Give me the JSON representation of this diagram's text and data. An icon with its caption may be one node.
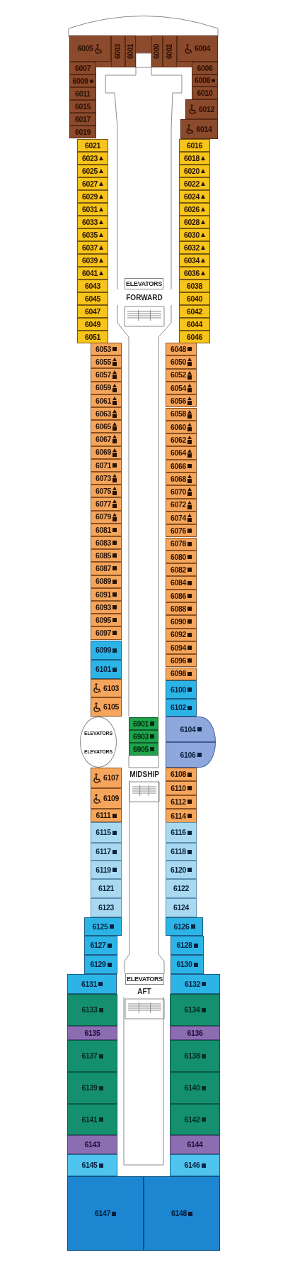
{
  "diagram": {
    "nodes": [
      {
        "text": [
          "6005"
        ]
      },
      {
        "text": [
          "6003"
        ]
      },
      {
        "text": [
          "6001"
        ]
      },
      {
        "text": [
          "6000"
        ]
      },
      {
        "text": [
          "6002"
        ]
      },
      {
        "text": [
          "6004"
        ]
      },
      {
        "text": [
          "6007"
        ]
      },
      {
        "text": [
          "6009"
        ]
      },
      {
        "text": [
          "6011"
        ]
      },
      {
        "text": [
          "6015"
        ]
      },
      {
        "text": [
          "6017"
        ]
      },
      {
        "text": [
          "6019"
        ]
      },
      {
        "text": [
          "6006"
        ]
      },
      {
        "text": [
          "6008"
        ]
      },
      {
        "text": [
          "6010"
        ]
      },
      {
        "text": [
          "6012"
        ]
      },
      {
        "text": [
          "6014"
        ]
      },
      {
        "text": [
          "6021"
        ]
      },
      {
        "text": [
          "6023"
        ]
      },
      {
        "text": [
          "6025"
        ]
      },
      {
        "text": [
          "6027"
        ]
      },
      {
        "text": [
          "6029"
        ]
      },
      {
        "text": [
          "6031"
        ]
      },
      {
        "text": [
          "6033"
        ]
      },
      {
        "text": [
          "6035"
        ]
      },
      {
        "text": [
          "6037"
        ]
      },
      {
        "text": [
          "6039"
        ]
      },
      {
        "text": [
          "6041"
        ]
      },
      {
        "text": [
          "6043"
        ]
      },
      {
        "text": [
          "6045"
        ]
      },
      {
        "text": [
          "6047"
        ]
      },
      {
        "text": [
          "6049"
        ]
      },
      {
        "text": [
          "6051"
        ]
      },
      {
        "text": [
          "6016"
        ]
      },
      {
        "text": [
          "6018"
        ]
      },
      {
        "text": [
          "6020"
        ]
      },
      {
        "text": [
          "6022"
        ]
      },
      {
        "text": [
          "6024"
        ]
      },
      {
        "text": [
          "6026"
        ]
      },
      {
        "text": [
          "6028"
        ]
      },
      {
        "text": [
          "6030"
        ]
      },
      {
        "text": [
          "6032"
        ]
      },
      {
        "text": [
          "6034"
        ]
      },
      {
        "text": [
          "6036"
        ]
      },
      {
        "text": [
          "6038"
        ]
      },
      {
        "text": [
          "6040"
        ]
      },
      {
        "text": [
          "6042"
        ]
      },
      {
        "text": [
          "6044"
        ]
      },
      {
        "text": [
          "6046"
        ]
      },
      {
        "text": [
          "ELEVATORS"
        ]
      },
      {
        "text": [
          "6053"
        ]
      },
      {
        "text": [
          "6055"
        ]
      },
      {
        "text": [
          "6057"
        ]
      },
      {
        "text": [
          "6059"
        ]
      },
      {
        "text": [
          "6061"
        ]
      },
      {
        "text": [
          "6063"
        ]
      },
      {
        "text": [
          "6065"
        ]
      },
      {
        "text": [
          "6067"
        ]
      },
      {
        "text": [
          "6069"
        ]
      },
      {
        "text": [
          "6071"
        ]
      },
      {
        "text": [
          "6073"
        ]
      },
      {
        "text": [
          "6075"
        ]
      },
      {
        "text": [
          "6077"
        ]
      },
      {
        "text": [
          "6079"
        ]
      },
      {
        "text": [
          "6081"
        ]
      },
      {
        "text": [
          "6083"
        ]
      },
      {
        "text": [
          "6085"
        ]
      },
      {
        "text": [
          "6087"
        ]
      },
      {
        "text": [
          "6089"
        ]
      },
      {
        "text": [
          "6091"
        ]
      },
      {
        "text": [
          "6093"
        ]
      },
      {
        "text": [
          "6095"
        ]
      },
      {
        "text": [
          "6097"
        ]
      },
      {
        "text": [
          "6048"
        ]
      },
      {
        "text": [
          "6050"
        ]
      },
      {
        "text": [
          "6052"
        ]
      },
      {
        "text": [
          "6054"
        ]
      },
      {
        "text": [
          "6056"
        ]
      },
      {
        "text": [
          "6058"
        ]
      },
      {
        "text": [
          "6060"
        ]
      },
      {
        "text": [
          "6062"
        ]
      },
      {
        "text": [
          "6064"
        ]
      },
      {
        "text": [
          "6066"
        ]
      },
      {
        "text": [
          "6068"
        ]
      },
      {
        "text": [
          "6070"
        ]
      },
      {
        "text": [
          "6072"
        ]
      },
      {
        "text": [
          "6074"
        ]
      },
      {
        "text": [
          "6076"
        ]
      },
      {
        "text": [
          "6078"
        ]
      },
      {
        "text": [
          "6080"
        ]
      },
      {
        "text": [
          "6082"
        ]
      },
      {
        "text": [
          "6084"
        ]
      },
      {
        "text": [
          "6086"
        ]
      },
      {
        "text": [
          "6088"
        ]
      },
      {
        "text": [
          "6090"
        ]
      },
      {
        "text": [
          "6092"
        ]
      },
      {
        "text": [
          "6094"
        ]
      },
      {
        "text": [
          "6096"
        ]
      },
      {
        "text": [
          "6098"
        ]
      },
      {
        "text": [
          "6099"
        ]
      },
      {
        "text": [
          "6101"
        ]
      },
      {
        "text": [
          "6103"
        ]
      },
      {
        "text": [
          "6105"
        ]
      },
      {
        "text": [
          "6100"
        ]
      },
      {
        "text": [
          "6102"
        ]
      },
      {
        "text": [
          "ELEVATORS",
          "ELEVATORS"
        ]
      },
      {
        "text": [
          "6901"
        ]
      },
      {
        "text": [
          "6903"
        ]
      },
      {
        "text": [
          "6905"
        ]
      },
      {
        "text": [
          "6104"
        ]
      },
      {
        "text": [
          "6106"
        ]
      },
      {
        "text": [
          "6107"
        ]
      },
      {
        "text": [
          "6109"
        ]
      },
      {
        "text": [
          "6111"
        ]
      },
      {
        "text": [
          "6108"
        ]
      },
      {
        "text": [
          "6110"
        ]
      },
      {
        "text": [
          "6112"
        ]
      },
      {
        "text": [
          "6114"
        ]
      },
      {
        "text": [
          "6115"
        ]
      },
      {
        "text": [
          "6117"
        ]
      },
      {
        "text": [
          "6119"
        ]
      },
      {
        "text": [
          "6121"
        ]
      },
      {
        "text": [
          "6123"
        ]
      },
      {
        "text": [
          "6125"
        ]
      },
      {
        "text": [
          "6127"
        ]
      },
      {
        "text": [
          "6129"
        ]
      },
      {
        "text": [
          "6131"
        ]
      },
      {
        "text": [
          "6116"
        ]
      },
      {
        "text": [
          "6118"
        ]
      },
      {
        "text": [
          "6120"
        ]
      },
      {
        "text": [
          "6122"
        ]
      },
      {
        "text": [
          "6124"
        ]
      },
      {
        "text": [
          "6126"
        ]
      },
      {
        "text": [
          "6128"
        ]
      },
      {
        "text": [
          "6130"
        ]
      },
      {
        "text": [
          "6132"
        ]
      },
      {
        "text": [
          "ELEVATORS"
        ]
      },
      {
        "text": [
          "6133"
        ]
      },
      {
        "text": [
          "6135"
        ]
      },
      {
        "text": [
          "6137"
        ]
      },
      {
        "text": [
          "6139"
        ]
      },
      {
        "text": [
          "6141"
        ]
      },
      {
        "text": [
          "6143"
        ]
      },
      {
        "text": [
          "6145"
        ]
      },
      {
        "text": [
          "6134"
        ]
      },
      {
        "text": [
          "6136"
        ]
      },
      {
        "text": [
          "6138"
        ]
      },
      {
        "text": [
          "6140"
        ]
      },
      {
        "text": [
          "6142"
        ]
      },
      {
        "text": [
          "6144"
        ]
      },
      {
        "text": [
          "6146"
        ]
      },
      {
        "text": [
          "6147"
        ]
      },
      {
        "text": [
          "6148"
        ]
      }
    ],
    "labels": [
      "FORWARD",
      "MIDSHIP",
      "AFT"
    ]
  }
}
